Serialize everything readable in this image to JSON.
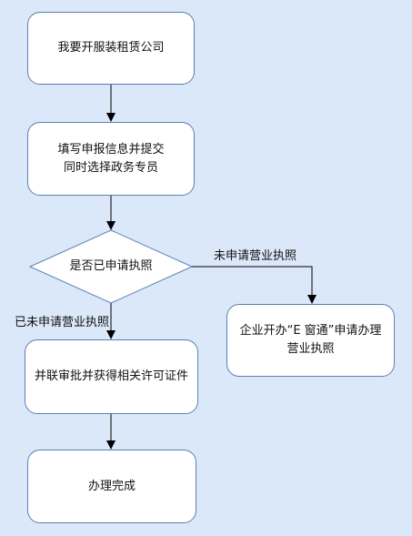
{
  "flowchart": {
    "node_start": "我要开服装租赁公司",
    "node_fill_line1": "填写申报信息并提交",
    "node_fill_line2": "同时选择政务专员",
    "decision": "是否已申请执照",
    "edge_no": "未申请营业执照",
    "edge_yes": "已未申请营业执照",
    "node_echuang_line1": "企业开办“E 窗通”申请办理",
    "node_echuang_line2": "营业执照",
    "node_approval": "并联审批并获得相关许可证件",
    "node_done": "办理完成"
  },
  "colors": {
    "background": "#dbe8f9",
    "node_fill": "#ffffff",
    "node_border": "#5b80b2",
    "edge": "#000000"
  }
}
